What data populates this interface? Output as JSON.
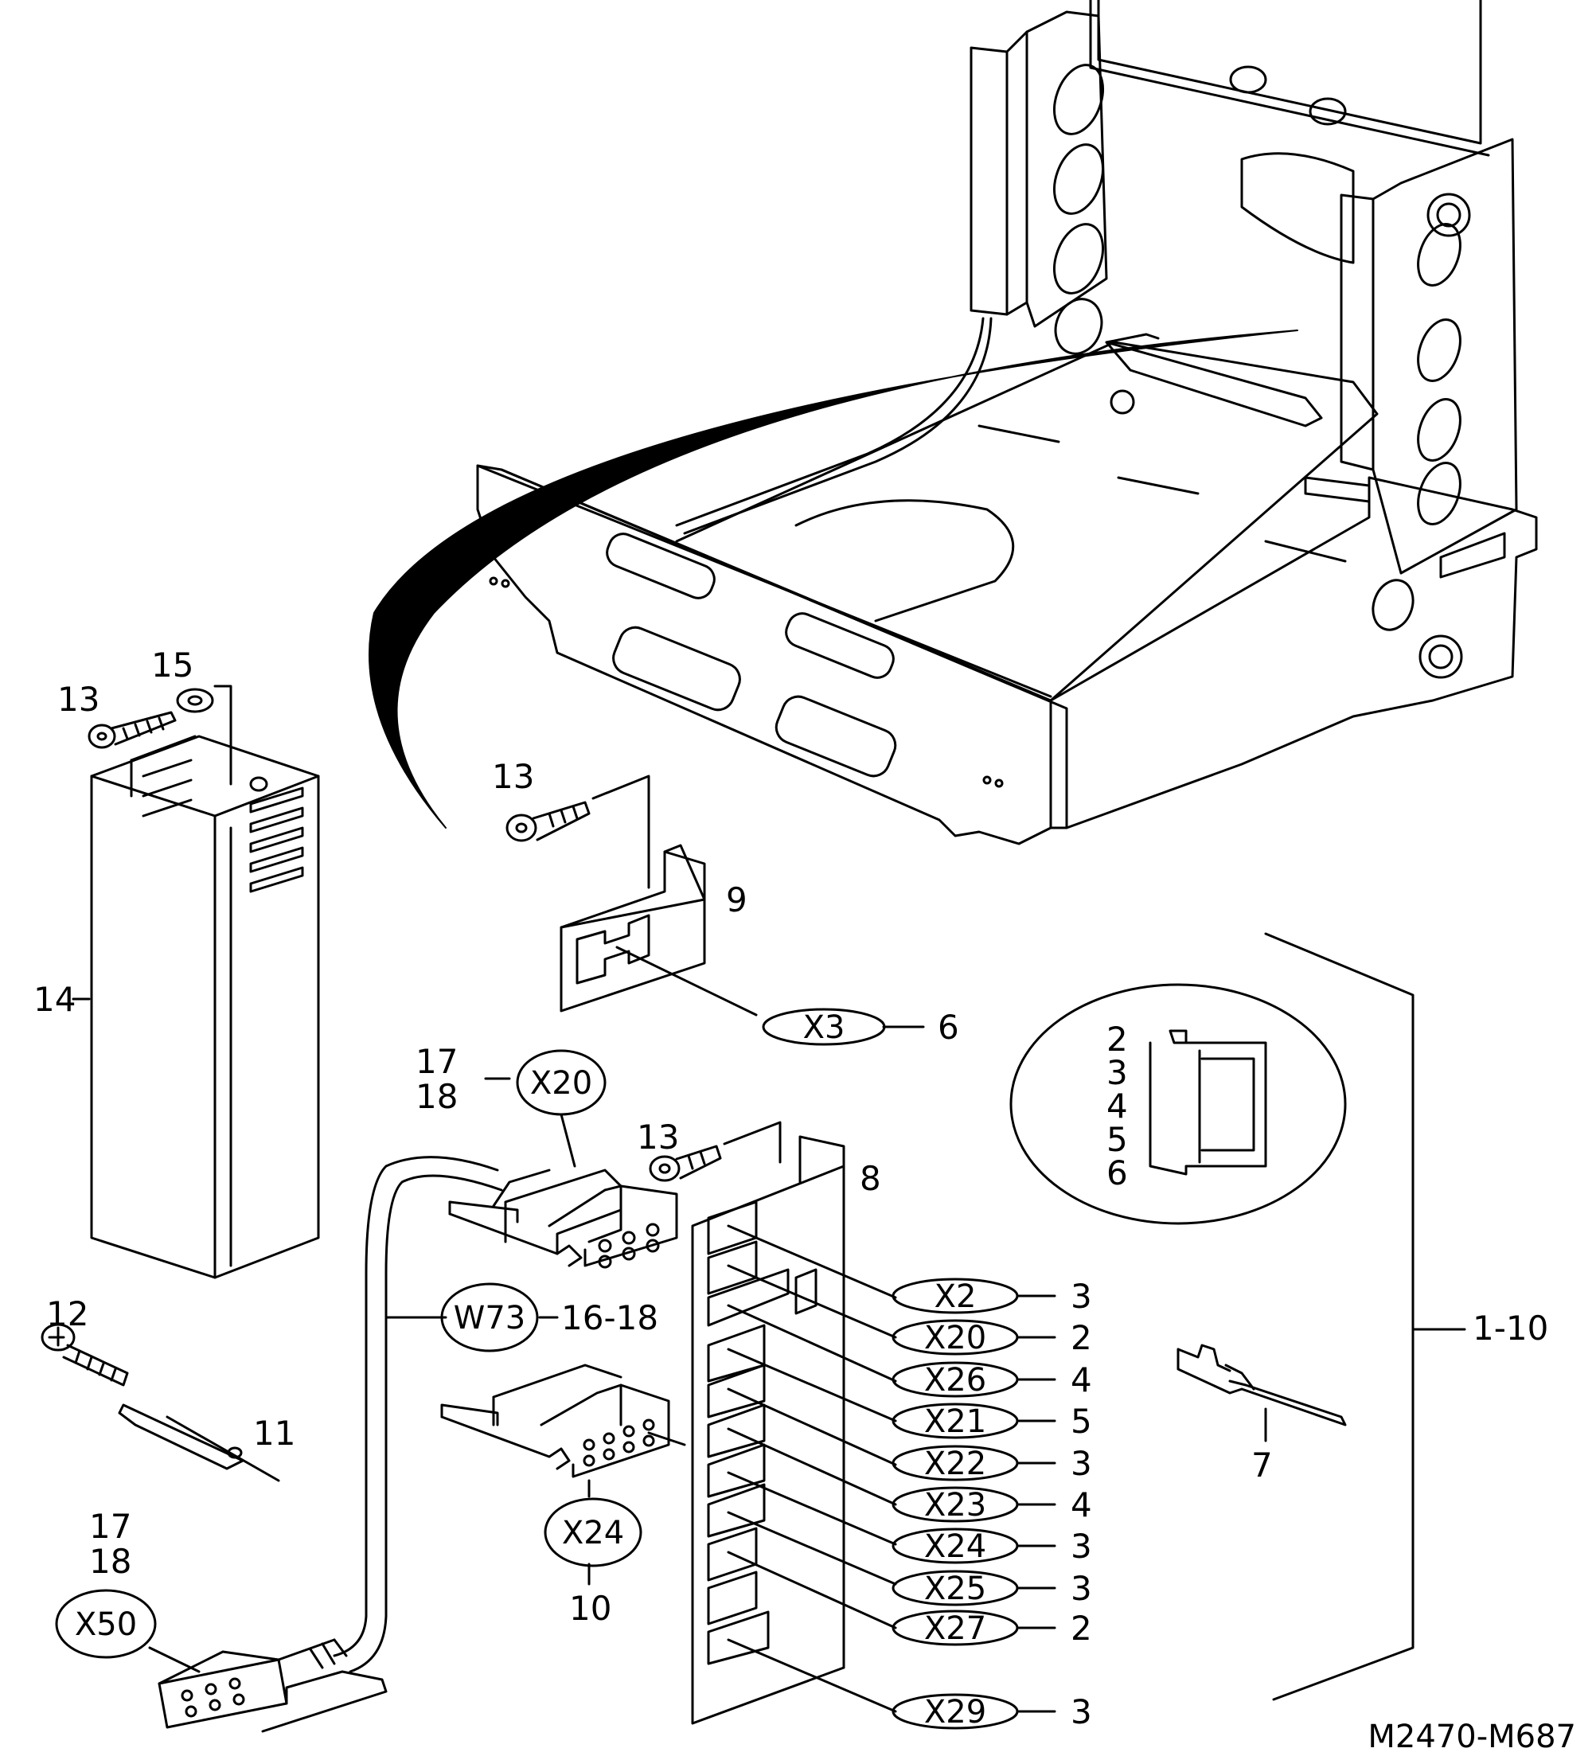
{
  "drawing_code": "M2470-M687",
  "part_numbers": {
    "p15": "15",
    "p13a": "13",
    "p14": "14",
    "p13b": "13",
    "p9": "9",
    "p6": "6",
    "p17a": "17",
    "p18a": "18",
    "p13c": "13",
    "p8": "8",
    "p12": "12",
    "p11": "11",
    "p16_18": "16-18",
    "p17b": "17",
    "p18b": "18",
    "p10": "10",
    "p7": "7",
    "p1_10": "1-10",
    "inset_2": "2",
    "inset_3": "3",
    "inset_4": "4",
    "inset_5": "5",
    "inset_6": "6"
  },
  "connector_tags": {
    "x3": "X3",
    "x20_top": "X20",
    "w73": "W73",
    "x24_round": "X24",
    "x50": "X50"
  },
  "connector_list": [
    {
      "tag": "X2",
      "qty": "3"
    },
    {
      "tag": "X20",
      "qty": "2"
    },
    {
      "tag": "X26",
      "qty": "4"
    },
    {
      "tag": "X21",
      "qty": "5"
    },
    {
      "tag": "X22",
      "qty": "3"
    },
    {
      "tag": "X23",
      "qty": "4"
    },
    {
      "tag": "X24",
      "qty": "3"
    },
    {
      "tag": "X25",
      "qty": "3"
    },
    {
      "tag": "X27",
      "qty": "2"
    },
    {
      "tag": "X29",
      "qty": "3"
    }
  ],
  "colors": {
    "line": "#000000",
    "background": "#ffffff"
  }
}
